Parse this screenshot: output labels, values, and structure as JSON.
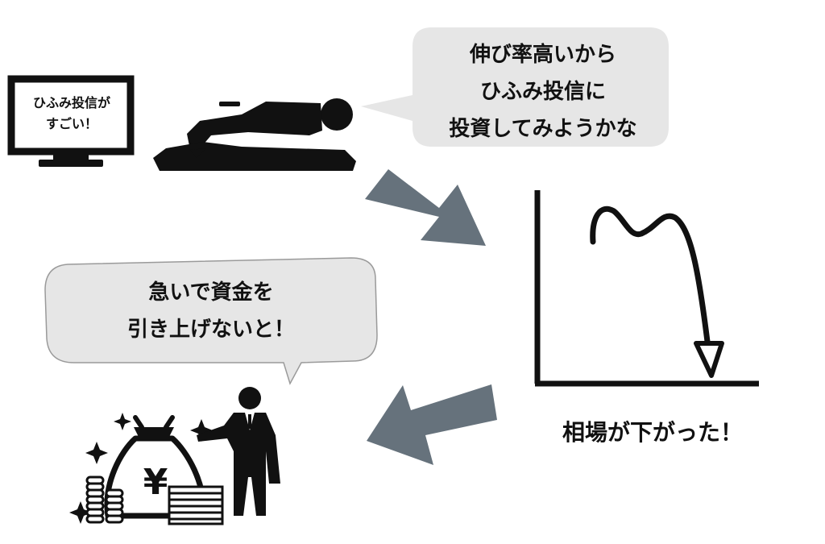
{
  "tv": {
    "line1": "ひふみ投信が",
    "line2": "すごい！"
  },
  "bubble_top": {
    "line1": "伸び率高いから",
    "line2": "ひふみ投信に",
    "line3": "投資してみようかな"
  },
  "bubble_left": {
    "line1": "急いで資金を",
    "line2": "引き上げないと！"
  },
  "chart": {
    "caption": "相場が下がった！"
  },
  "money_bag": {
    "symbol": "¥"
  },
  "colors": {
    "arrow": "#66727c",
    "bubble_fill": "#e6e6e6",
    "ink": "#111111"
  }
}
